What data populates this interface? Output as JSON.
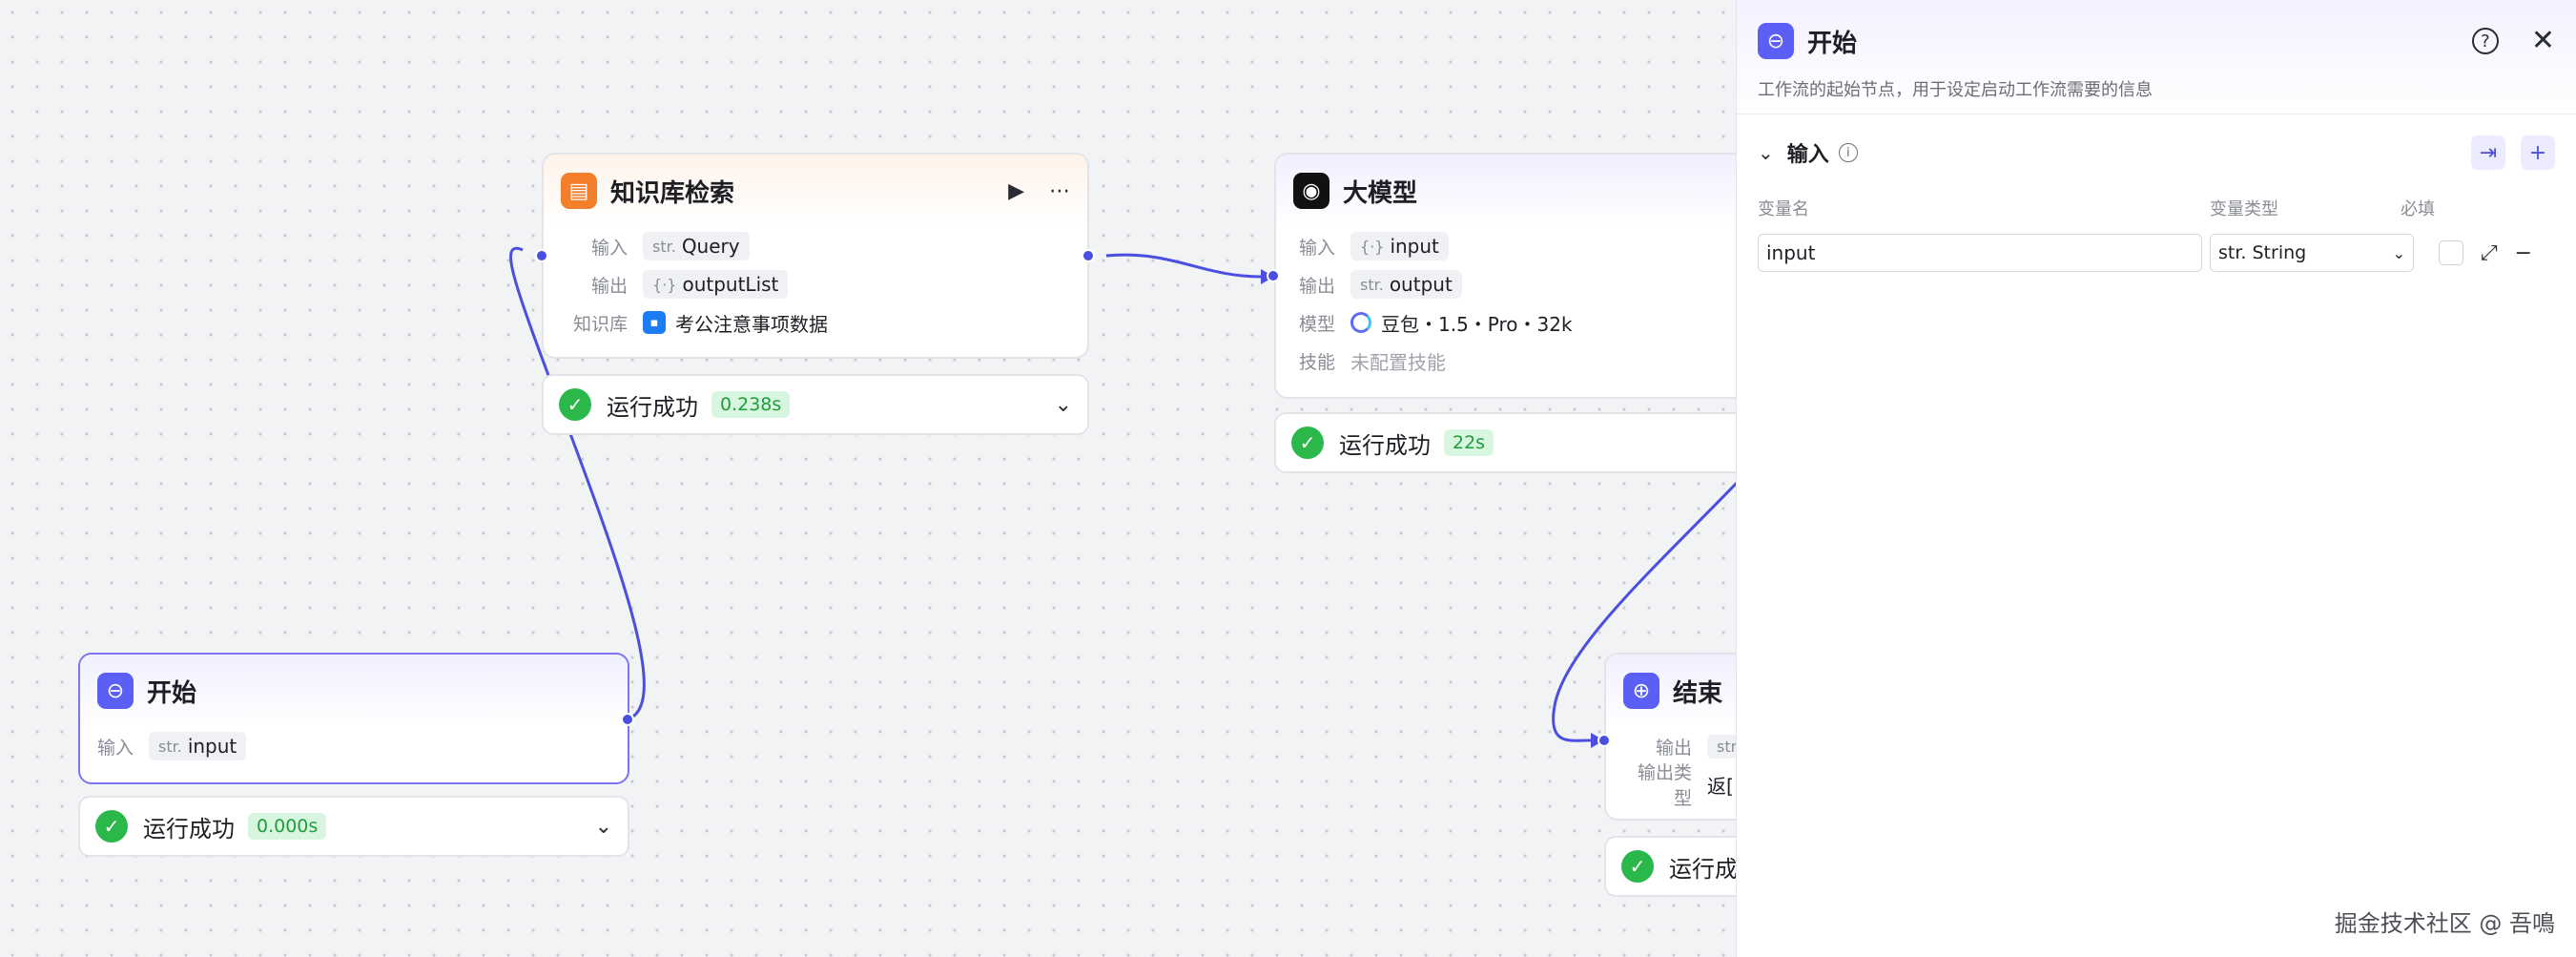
{
  "nodes": {
    "knowledge": {
      "title": "知识库检索",
      "input_label": "输入",
      "input_type": "str.",
      "input_value": "Query",
      "output_label": "输出",
      "output_type": "{⋅}",
      "output_value": "outputList",
      "kb_label": "知识库",
      "kb_value": "考公注意事项数据",
      "status": "运行成功",
      "time": "0.238s"
    },
    "llm": {
      "title": "大模型",
      "input_label": "输入",
      "input_type": "{⋅}",
      "input_value": "input",
      "output_label": "输出",
      "output_type": "str.",
      "output_value": "output",
      "model_label": "模型",
      "model_value": "豆包・1.5・Pro・32k",
      "skill_label": "技能",
      "skill_value": "未配置技能",
      "status": "运行成功",
      "time": "22s"
    },
    "start": {
      "title": "开始",
      "input_label": "输入",
      "input_type": "str.",
      "input_value": "input",
      "status": "运行成功",
      "time": "0.000s"
    },
    "end": {
      "title": "结束",
      "output_label": "输出",
      "output_type": "str.",
      "output_type_label": "输出类型",
      "output_type_value": "返[",
      "status": "运行成"
    }
  },
  "panel": {
    "title": "开始",
    "description": "工作流的起始节点，用于设定启动工作流需要的信息",
    "section_title": "输入",
    "columns": {
      "name": "变量名",
      "type": "变量类型",
      "required": "必填"
    },
    "variable": {
      "name": "input",
      "type": "str. String"
    }
  },
  "watermark": "掘金技术社区 @ 吾鳴",
  "colors": {
    "accent": "#4a4fe0",
    "success": "#2bb84a",
    "orange": "#f47e2a"
  }
}
